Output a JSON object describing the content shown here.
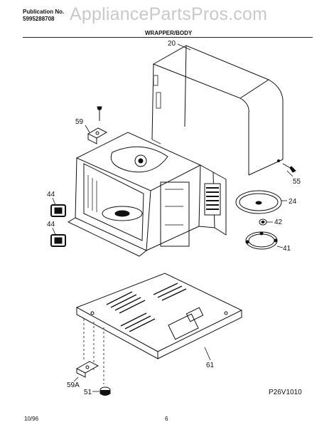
{
  "header": {
    "publication_label": "Publication No.",
    "publication_number": "5995288708",
    "section_title": "WRAPPER/BODY",
    "watermark": "AppliancePartsPros.com"
  },
  "callouts": {
    "c20": "20",
    "c59": "59",
    "c55": "55",
    "c24": "24",
    "c44a": "44",
    "c44b": "44",
    "c42": "42",
    "c41": "41",
    "c61": "61",
    "c59a": "59A",
    "c51": "51"
  },
  "footer": {
    "date": "10/96",
    "page": "6",
    "diagram_code": "P26V1010"
  }
}
